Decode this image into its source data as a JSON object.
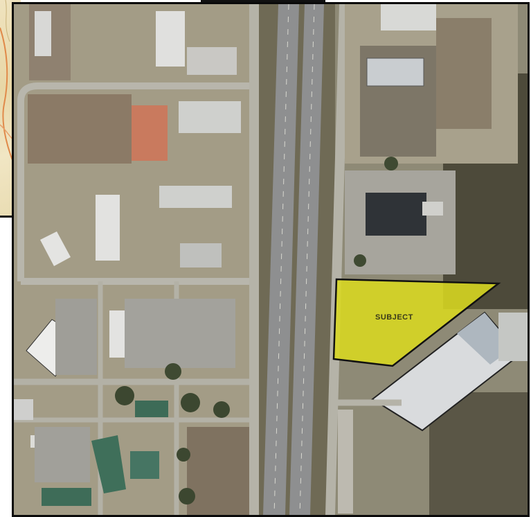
{
  "map": {
    "view": "aerial",
    "parcel_label": "SUBJECT",
    "parcel_fill": "#d9d820",
    "parcel_outline": "#111111",
    "frame_color": "#0a0a0a",
    "inset_map": "locator-map-fragment"
  }
}
